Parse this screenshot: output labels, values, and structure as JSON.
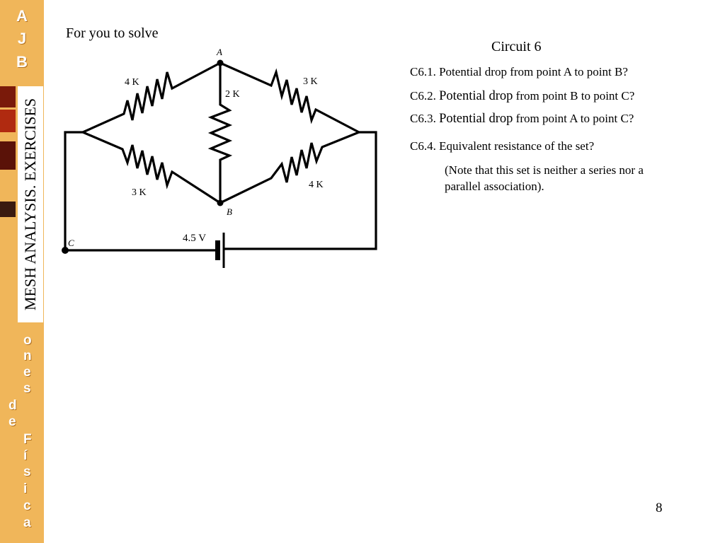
{
  "sidebar": {
    "brand_letters": [
      "A",
      "J",
      "B"
    ],
    "vertical_letters": [
      "o",
      "n",
      "e",
      "s"
    ],
    "word2": [
      "d",
      "e"
    ],
    "word3": [
      "F",
      "í",
      "s",
      "i",
      "c",
      "a"
    ],
    "section_title": "MESH ANALYSIS. EXERCISES",
    "colors": {
      "background": "#f0b65a",
      "photo": "#7a1a0a"
    }
  },
  "slide": {
    "prompt": "For you to solve",
    "circuit_title": "Circuit 6",
    "questions": [
      {
        "num": "C6.1.",
        "text": "Potential drop from point A to point B?"
      },
      {
        "num": "C6.2.",
        "lead": "Potential drop",
        "text": " from point B to point C?"
      },
      {
        "num": "C6.3.",
        "lead": "Potential drop",
        "text": " from point A to point C?"
      },
      {
        "num": "C6.4.",
        "text": "Equivalent resistance of the set?"
      }
    ],
    "note": "(Note that this set is neither a series nor a parallel association).",
    "page_number": "8"
  },
  "circuit": {
    "nodes": {
      "a": "A",
      "b": "B",
      "c": "C"
    },
    "resistors": {
      "top_left": "4 K",
      "top_right": "3 K",
      "middle": "2 K",
      "bottom_left": "3 K",
      "bottom_right": "4 K"
    },
    "source": "4.5 V"
  }
}
